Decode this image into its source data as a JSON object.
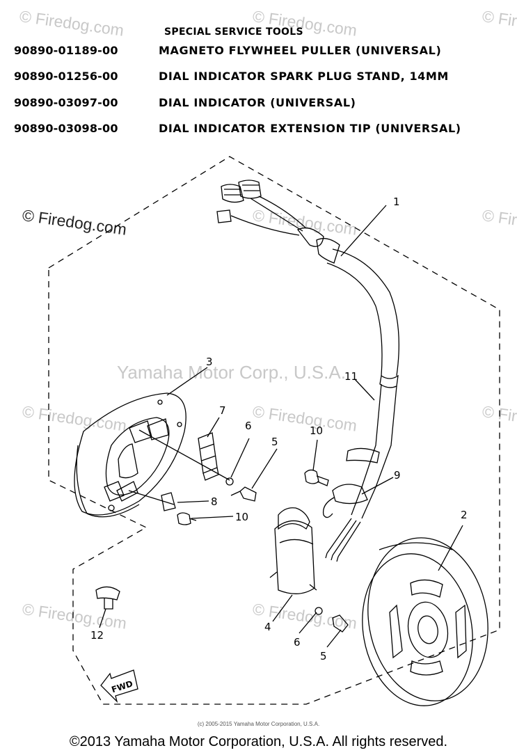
{
  "header": {
    "title": "SPECIAL SERVICE TOOLS",
    "tools": [
      {
        "code": "90890-01189-00",
        "desc": "MAGNETO FLYWHEEL PULLER (UNIVERSAL)"
      },
      {
        "code": "90890-01256-00",
        "desc": "DIAL INDICATOR SPARK PLUG STAND, 14MM"
      },
      {
        "code": "90890-03097-00",
        "desc": "DIAL INDICATOR (UNIVERSAL)"
      },
      {
        "code": "90890-03098-00",
        "desc": "DIAL INDICATOR EXTENSION TIP (UNIVERSAL)"
      }
    ]
  },
  "watermarks": {
    "firedog": "© Firedog.com",
    "center": "Yamaha Motor Corp., U.S.A."
  },
  "callouts": {
    "c1": "1",
    "c2": "2",
    "c3": "3",
    "c4": "4",
    "c5a": "5",
    "c5b": "5",
    "c6a": "6",
    "c6b": "6",
    "c7": "7",
    "c8": "8",
    "c9": "9",
    "c10a": "10",
    "c10b": "10",
    "c11": "11",
    "c12": "12"
  },
  "fwd_label": "FWD",
  "footer": {
    "small": "(c) 2005-2015 Yamaha Motor Corporation, U.S.A.",
    "main": "©2013 Yamaha Motor Corporation, U.S.A. All rights reserved."
  }
}
